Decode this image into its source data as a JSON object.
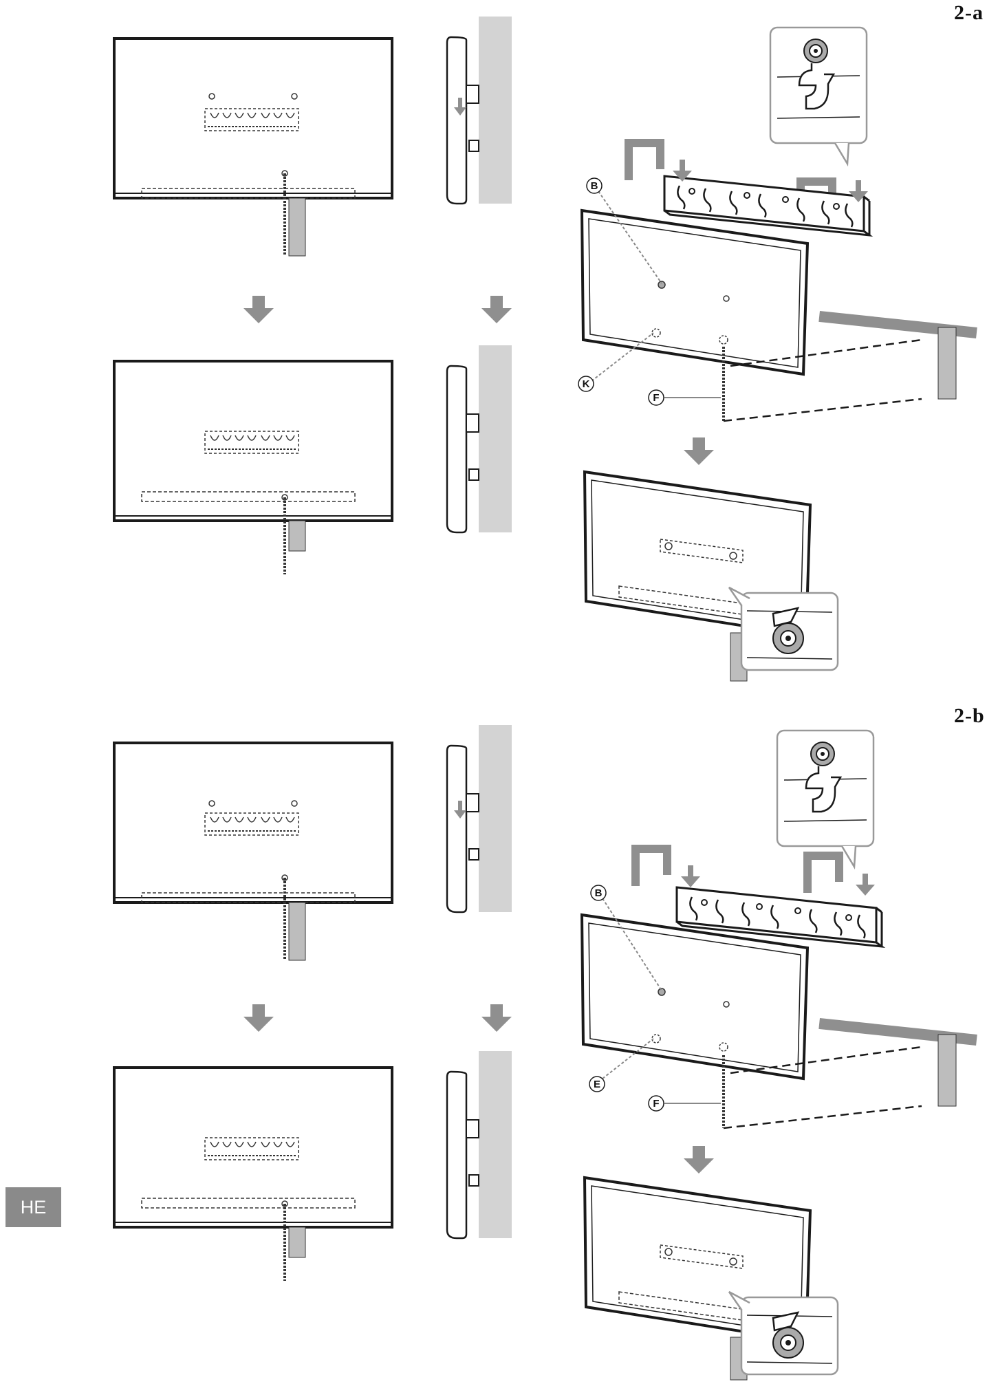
{
  "sections": [
    {
      "label": "2-a",
      "callouts": [
        "B",
        "K",
        "F"
      ]
    },
    {
      "label": "2-b",
      "callouts": [
        "B",
        "E",
        "F"
      ]
    }
  ],
  "language_tab": "HE",
  "colors": {
    "line": "#1a1a1a",
    "gray": "#8f8f8f",
    "wall": "#d3d3d3",
    "strap": "#bdbdbd"
  }
}
